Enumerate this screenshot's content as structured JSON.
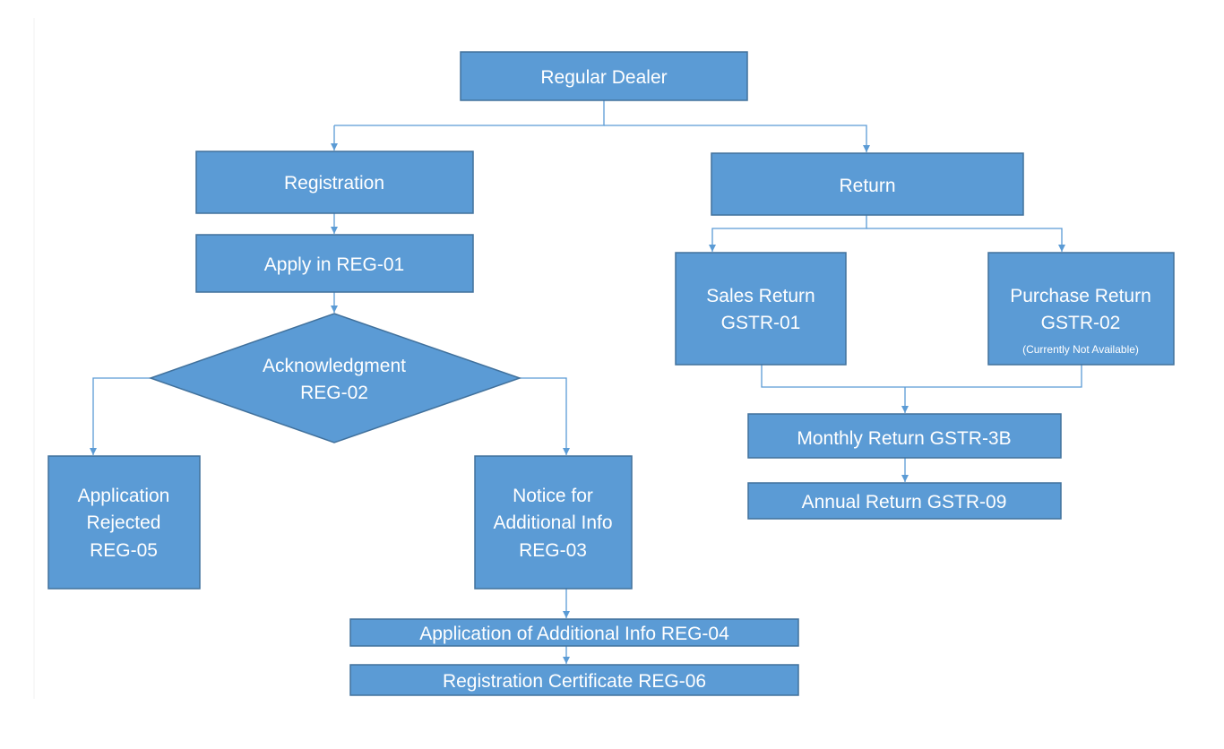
{
  "colors": {
    "box_fill": "#5b9bd5",
    "box_border": "#41719c",
    "connector": "#5b9bd5",
    "text": "#ffffff",
    "background": "#ffffff"
  },
  "nodes": {
    "regular_dealer": {
      "label": "Regular Dealer"
    },
    "registration": {
      "label": "Registration"
    },
    "apply_reg01": {
      "label": "Apply in REG-01"
    },
    "acknowledgment": {
      "line1": "Acknowledgment",
      "line2": "REG-02"
    },
    "application_rejected": {
      "line1": "Application",
      "line2": "Rejected",
      "line3": "REG-05"
    },
    "notice_additional_info": {
      "line1": "Notice for",
      "line2": "Additional Info",
      "line3": "REG-03"
    },
    "application_additional_info": {
      "label": "Application of Additional Info REG-04"
    },
    "registration_certificate": {
      "label": "Registration Certificate REG-06"
    },
    "return": {
      "label": "Return"
    },
    "sales_return": {
      "line1": "Sales Return",
      "line2": "GSTR-01"
    },
    "purchase_return": {
      "line1": "Purchase Return",
      "line2": "GSTR-02",
      "note": "(Currently Not Available)"
    },
    "monthly_return": {
      "label": "Monthly Return GSTR-3B"
    },
    "annual_return": {
      "label": "Annual Return GSTR-09"
    }
  }
}
